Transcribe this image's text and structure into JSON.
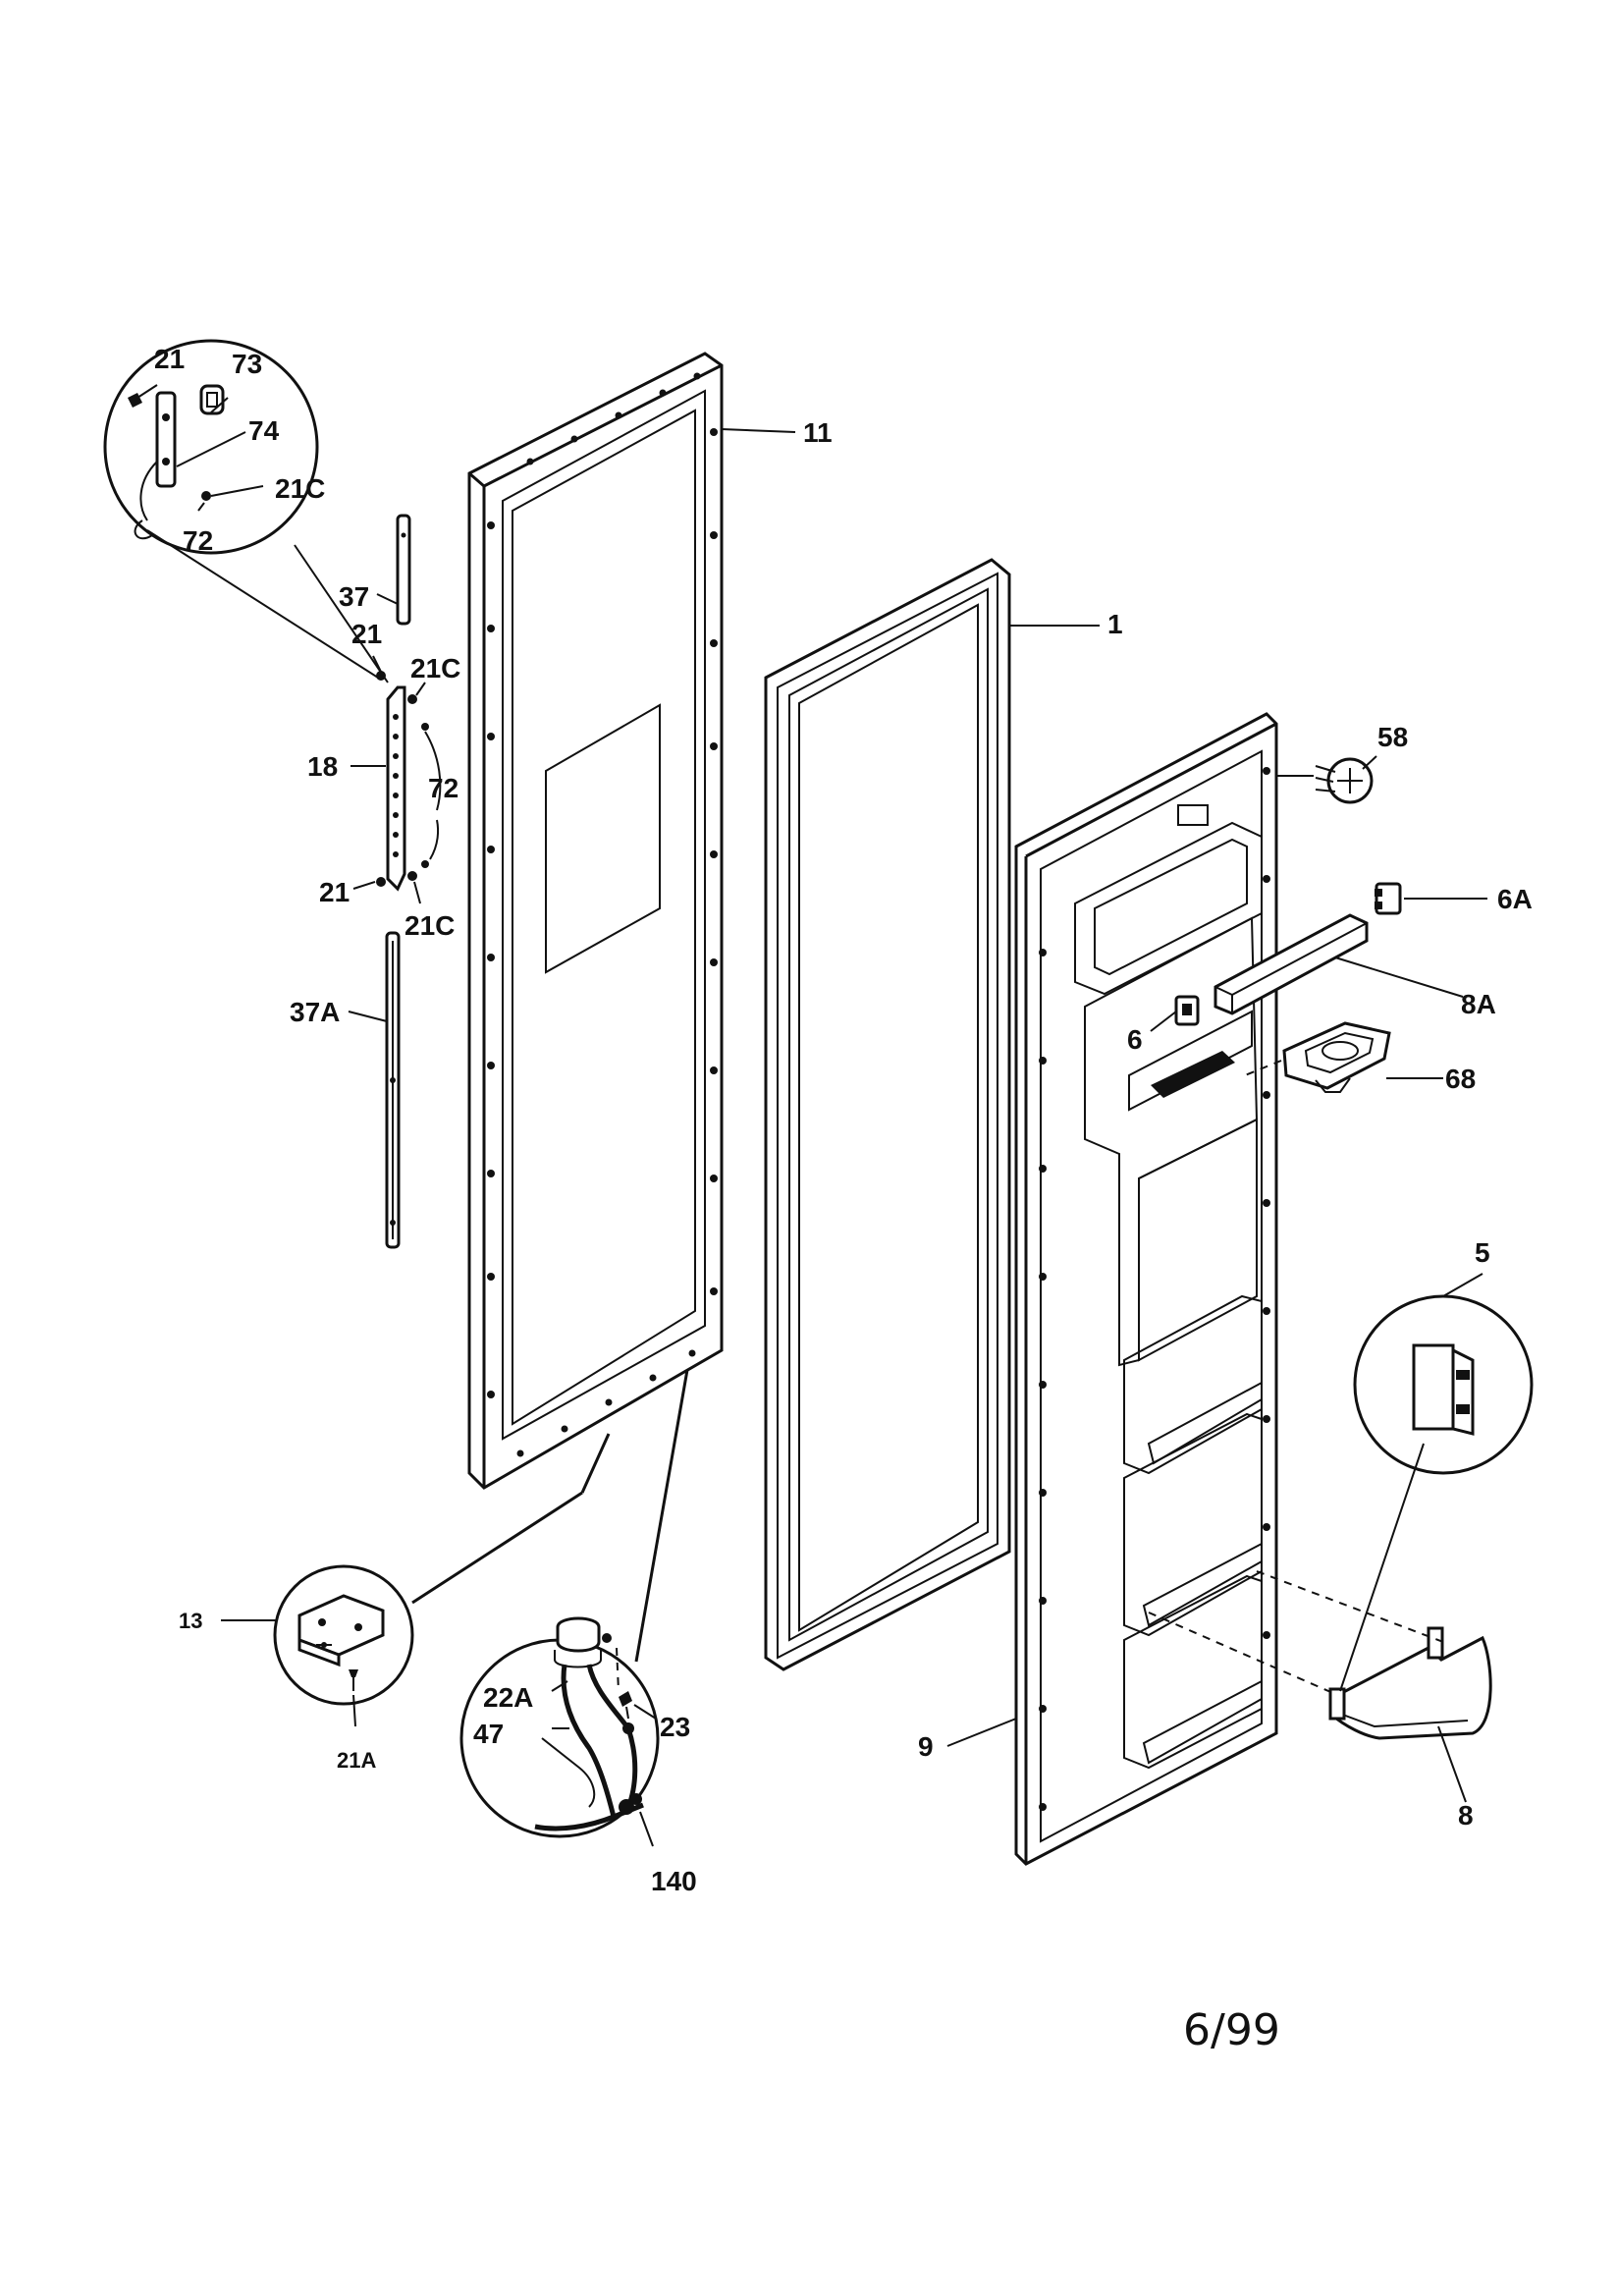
{
  "labels": {
    "p11": "11",
    "p1": "1",
    "p58": "58",
    "p6A": "6A",
    "p8A": "8A",
    "p6": "6",
    "p68": "68",
    "p5": "5",
    "p8": "8",
    "p9": "9",
    "p21_top": "21",
    "p73": "73",
    "p74": "74",
    "p21C_top": "21C",
    "p72_top": "72",
    "p37": "37",
    "p21_mid": "21",
    "p21C_mid": "21C",
    "p18": "18",
    "p72_mid": "72",
    "p21_low": "21",
    "p21C_low": "21C",
    "p37A": "37A",
    "p13": "13",
    "p21A": "21A",
    "p22A": "22A",
    "p23": "23",
    "p47": "47",
    "p140": "140"
  },
  "footer": {
    "date_code": "6/99"
  }
}
